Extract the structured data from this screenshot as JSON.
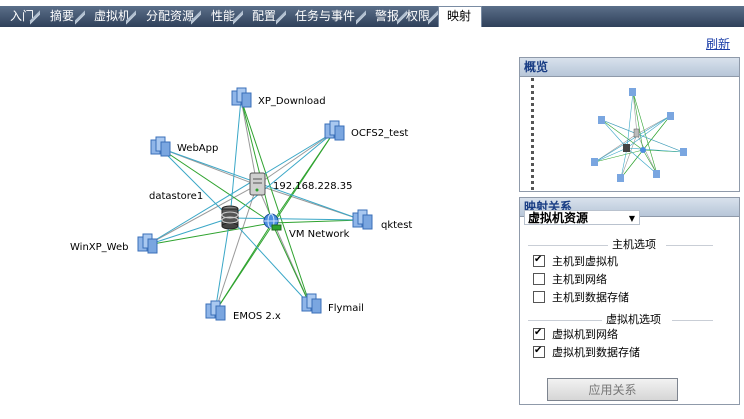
{
  "tabs": [
    "入门",
    "摘要",
    "虚拟机",
    "分配资源",
    "性能",
    "配置",
    "任务与事件",
    "警报",
    "权限",
    "映射"
  ],
  "active_tab": "映射",
  "refresh_label": "刷新",
  "map": {
    "vms": [
      "XP_Download",
      "OCFS2_test",
      "WebApp",
      "qktest",
      "WinXP_Web",
      "EMOS 2.x",
      "Flymail"
    ],
    "host": "192.168.228.35",
    "datastore": "datastore1",
    "network": "VM Network"
  },
  "overview": {
    "title": "概览"
  },
  "relations": {
    "title": "映射关系",
    "dropdown_value": "虚拟机资源",
    "host_options_label": "主机选项",
    "host_options": [
      {
        "label": "主机到虚拟机",
        "checked": true
      },
      {
        "label": "主机到网络",
        "checked": false
      },
      {
        "label": "主机到数据存储",
        "checked": false
      }
    ],
    "vm_options_label": "虚拟机选项",
    "vm_options": [
      {
        "label": "虚拟机到网络",
        "checked": true
      },
      {
        "label": "虚拟机到数据存储",
        "checked": true
      }
    ],
    "apply_label": "应用关系"
  },
  "colors": {
    "tab_bar": "#3f5370",
    "link": "#1b3ea8",
    "edge_green": "#2fa32f",
    "edge_cyan": "#3aa7c7",
    "edge_gray": "#9a9a9a",
    "vm_icon": "#5b8fd6"
  }
}
